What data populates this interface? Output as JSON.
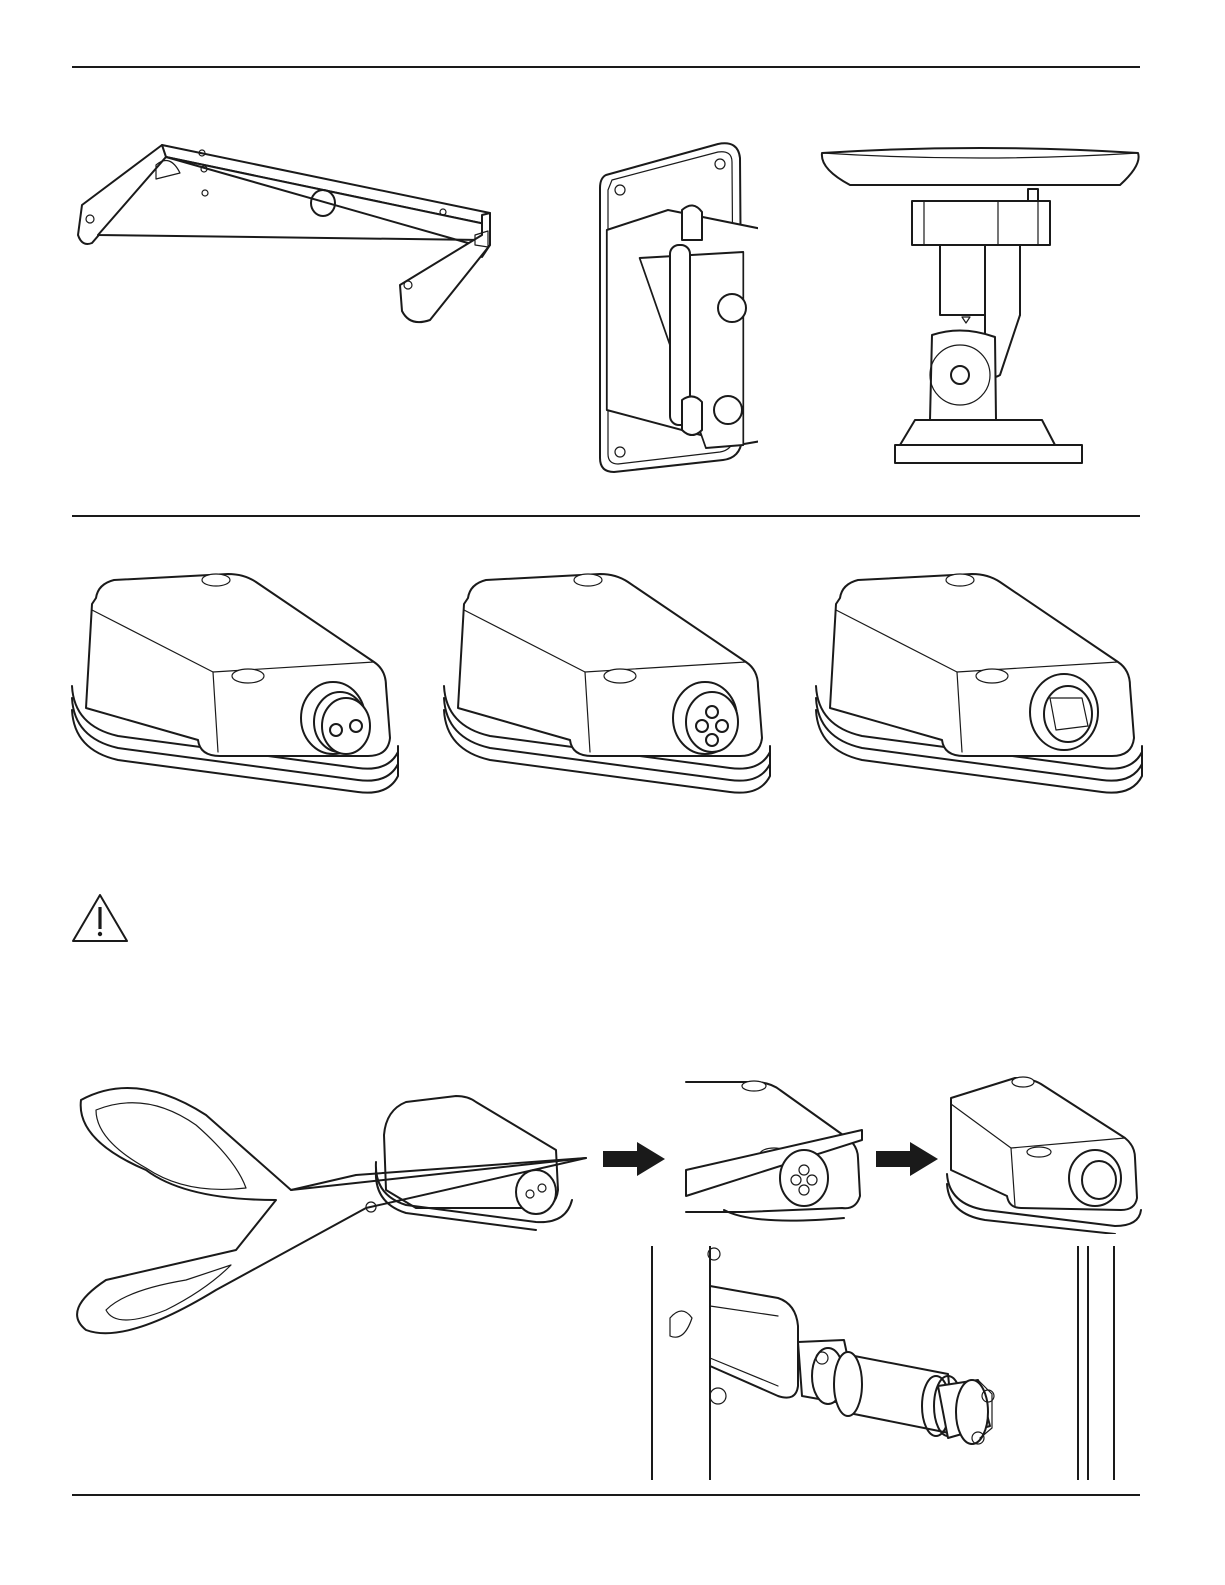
{
  "page": {
    "section_rules": 3,
    "figures": [
      {
        "id": "u-bracket",
        "icon": "u-bracket-drawing"
      },
      {
        "id": "wall-mount",
        "icon": "wall-mount-bracket-drawing"
      },
      {
        "id": "ceiling-mount",
        "icon": "ceiling-mount-drawing"
      },
      {
        "id": "terminal-box-2-pin",
        "icon": "terminal-box-drawing"
      },
      {
        "id": "terminal-box-4-pin",
        "icon": "terminal-box-drawing"
      },
      {
        "id": "terminal-box-conduit",
        "icon": "terminal-box-drawing"
      },
      {
        "id": "caution",
        "icon": "warning-triangle-icon"
      },
      {
        "id": "scissors-cut",
        "icon": "scissors-drawing"
      },
      {
        "id": "conduit-install",
        "icon": "conduit-fitting-drawing"
      }
    ],
    "colors": {
      "ink": "#1a1a1a",
      "paper": "#ffffff"
    }
  }
}
